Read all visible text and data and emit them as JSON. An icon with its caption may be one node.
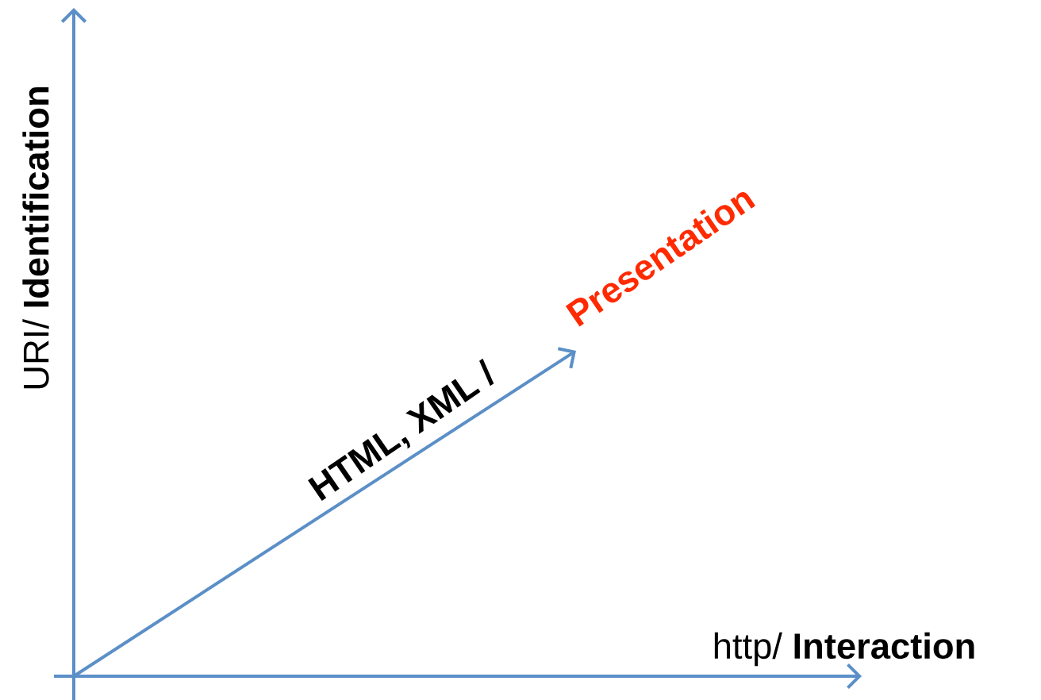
{
  "diagram": {
    "labels": [
      "URI/ **Identification**",
      "HTML, XML /",
      "Presentation",
      "http/ **Interaction**"
    ]
  }
}
